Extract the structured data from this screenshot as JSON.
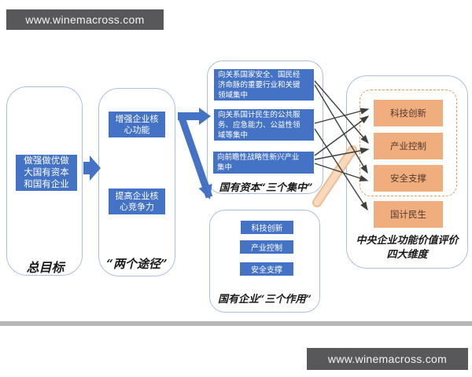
{
  "watermark": {
    "top_text": "www.winemacross.com",
    "bottom_text": "www.winemacross.com"
  },
  "colors": {
    "box_blue": "#4472c4",
    "box_orange": "#f0ae7f",
    "group_border_blue": "#a9c0e4",
    "dashed_orange": "#e89a5e",
    "thin_arrow": "#3f3f3f",
    "watermark_gray": "#58585a",
    "divider_gray": "#b6b6b6",
    "tan_stroke": "#f2c6a0"
  },
  "goal_group": {
    "label": "总目标",
    "box_lines": [
      "做强做优做",
      "大国有资本",
      "和国有企业"
    ]
  },
  "paths_group": {
    "label": "“两个途径”",
    "box1_lines": [
      "增强企业核",
      "心功能"
    ],
    "box2_lines": [
      "提高企业核",
      "心竞争力"
    ]
  },
  "concentration_group": {
    "label": "国有资本“三个集中”",
    "box1_lines": [
      "向关系国家安全、国民经",
      "济命脉的重要行业和关键",
      "领域集中"
    ],
    "box2_lines": [
      "向关系国计民生的公共服",
      "务、应急能力、公益性领",
      "域等集中"
    ],
    "box3_lines": [
      "向前瞻性战略性新兴产业",
      "集中"
    ]
  },
  "roles_group": {
    "label": "国有企业“三个作用”",
    "boxes": [
      "科技创新",
      "产业控制",
      "安全支撑"
    ]
  },
  "dimensions_group": {
    "label_lines": [
      "中央企业功能价值评价",
      "四大维度"
    ],
    "boxes": [
      "科技创新",
      "产业控制",
      "安全支撑",
      "国计民生"
    ]
  }
}
